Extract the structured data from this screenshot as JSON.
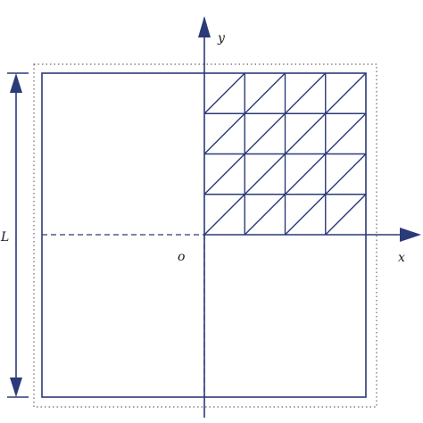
{
  "diagram": {
    "labels": {
      "y_axis": "y",
      "x_axis": "x",
      "origin": "o",
      "length": "L"
    },
    "mesh": {
      "columns": 4,
      "rows": 4,
      "element": "triangle"
    },
    "colors": {
      "line": "#2b3a78",
      "border_dotted": "#6b6b6b",
      "text": "#1a1a1a"
    }
  }
}
